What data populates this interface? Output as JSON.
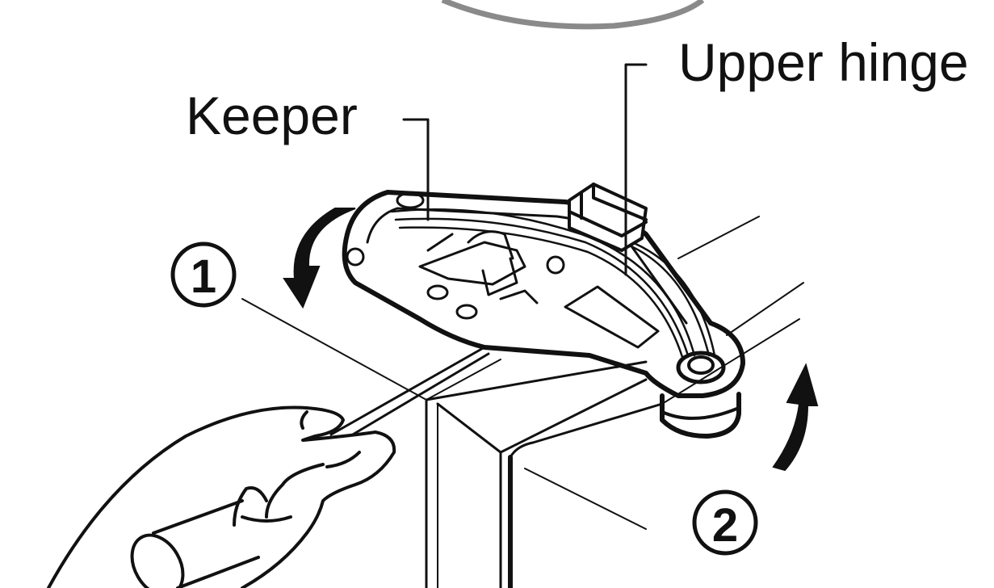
{
  "labels": {
    "keeper": "Keeper",
    "upper_hinge": "Upper hinge"
  },
  "steps": {
    "step1": "①",
    "step2": "②"
  },
  "colors": {
    "ink": "#111111",
    "background": "#ffffff",
    "magnifier_ring": "#8a8a8a"
  },
  "icons": {
    "rotate_arrow_left": "curved-arrow-counterclockwise-icon",
    "rotate_arrow_right": "curved-arrow-up-icon"
  }
}
